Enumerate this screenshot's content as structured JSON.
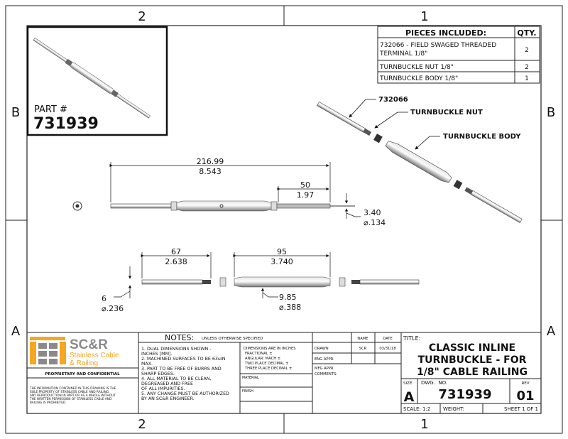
{
  "zones": {
    "top": [
      "2",
      "1"
    ],
    "bottom": [
      "2",
      "1"
    ],
    "left": [
      "B",
      "A"
    ],
    "right": [
      "B",
      "A"
    ]
  },
  "part_box": {
    "label": "PART #",
    "number": "731939"
  },
  "pieces_table": {
    "headers": [
      "PIECES INCLUDED:",
      "QTY."
    ],
    "rows": [
      {
        "line1": "732066 - FIELD SWAGED THREADED",
        "line2": "TERMINAL 1/8\"",
        "qty": "2"
      },
      {
        "line1": "TURNBUCKLE NUT 1/8\"",
        "qty": "2"
      },
      {
        "line1": "TURNBUCKLE BODY 1/8\"",
        "qty": "1"
      }
    ]
  },
  "callouts": {
    "terminal": "732066",
    "nut": "TURNBUCKLE NUT",
    "body": "TURNBUCKLE BODY"
  },
  "dimensions": {
    "overall": {
      "mm": "216.99",
      "in": "8.543"
    },
    "thread": {
      "mm": "50",
      "in": "1.97"
    },
    "cable": {
      "mm": "3.40",
      "in": "⌀.134"
    },
    "terminal_len": {
      "mm": "67",
      "in": "2.638"
    },
    "body_len": {
      "mm": "95",
      "in": "3.740"
    },
    "terminal_dia": {
      "mm": "6",
      "in": "⌀.236"
    },
    "body_dia": {
      "mm": "9.85",
      "in": "⌀.388"
    }
  },
  "logo": {
    "brand": "SC&R",
    "line1": "Stainless Cable",
    "line2": "& Railing",
    "accent": "#f5a623",
    "gray": "#8a8a8a"
  },
  "proprietary": "PROPRIETARY AND CONFIDENTIAL",
  "disclaimer": [
    "THE INFORMATION CONTAINED IN THIS DRAWING IS THE",
    "SOLE PROPERTY OF STAINLESS CABLE AND RAILING.",
    "ANY REPRODUCTION IN PART OR AS A WHOLE WITHOUT",
    "THE WRITTEN PERMISSION OF STAINLESS CABLE AND",
    "RAILING IS PROHIBITED."
  ],
  "notes": {
    "title": "NOTES:",
    "subtitle": "UNLESS OTHERWISE SPECIFIED",
    "lines": [
      "1. DUAL DIMENSIONS SHOWN -",
      "INCHES [MM].",
      "2. MACHINED SURFACES TO BE 63uIN",
      "MAX.",
      "3. PART TO BE FREE OF BURRS AND",
      "SHARP EDGES.",
      "4. ALL MATERIAL TO BE CLEAN,",
      "DEGREASED AND FREE",
      "OF ALL IMPURITIES.",
      "5. ANY CHANGE MUST BE AUTHORIZED",
      "BY AN SC&R ENGINEER."
    ],
    "tolerances": [
      "DIMENSIONS ARE IN INCHES",
      "FRACTIONAL         ±",
      "ANGULAR: MACH      ±",
      "TWO PLACE DECIMAL  ±",
      "THREE PLACE DECIMAL ±"
    ],
    "material": "MATERIAL",
    "finish": "FINISH"
  },
  "approvals": {
    "headers": [
      "NAME",
      "DATE"
    ],
    "rows": [
      {
        "label": "DRAWN",
        "name": "SCR",
        "date": "03/31/18"
      },
      {
        "label": "ENG APPR.",
        "name": "",
        "date": ""
      },
      {
        "label": "MFG APPR.",
        "name": "",
        "date": ""
      }
    ],
    "comments": "COMMENTS:"
  },
  "title_block": {
    "title_label": "TITLE:",
    "title_lines": [
      "CLASSIC INLINE",
      "TURNBUCKLE - FOR",
      "1/8\" CABLE RAILING"
    ],
    "size_label": "SIZE",
    "size": "A",
    "dwg_label": "DWG.  NO.",
    "dwg_no": "731939",
    "rev_label": "REV",
    "rev": "01",
    "scale": "SCALE: 1:2",
    "weight": "WEIGHT:",
    "sheet": "SHEET 1 OF 1"
  }
}
